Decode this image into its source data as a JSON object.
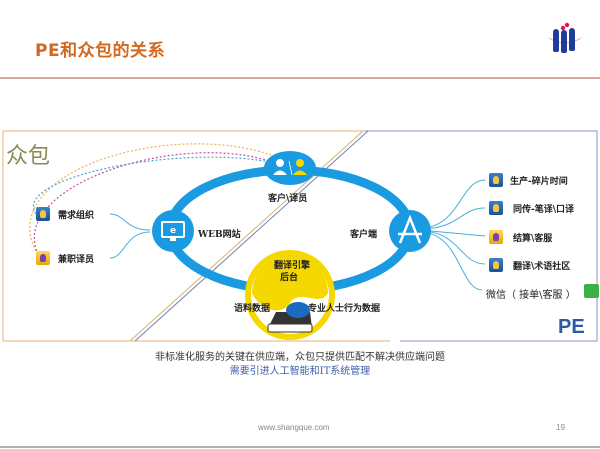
{
  "slide": {
    "title": "PE和众包的关系",
    "page_number": "19",
    "footer_url": "www.shangque.com"
  },
  "colors": {
    "title": "#d2691e",
    "accent_blue": "#1a9ae0",
    "engine_yellow": "#f5d800",
    "crowd_label": "#8a8a55",
    "pe_label": "#2c5a9a",
    "caption_blue": "#3e5fa8"
  },
  "diagram": {
    "crowd_title": "众包",
    "pe_title": "PE",
    "top_node": {
      "label": "客户\\译员",
      "icons": [
        "client-person-icon",
        "translator-person-icon"
      ]
    },
    "left_node": {
      "label": "WEB网站",
      "icon": "browser-monitor-icon"
    },
    "right_node": {
      "label": "客户端",
      "icon": "app-store-icon"
    },
    "bottom_node": {
      "title_line1": "翻译引擎",
      "title_line2": "后台",
      "left_data": "语料数据",
      "right_data": "专业人士行为数据",
      "icon": "cloud-storage-icon"
    },
    "left_branches": [
      {
        "label": "需求组织",
        "icon": "blue-badge-icon"
      },
      {
        "label": "兼职译员",
        "icon": "yellow-badge-icon"
      }
    ],
    "right_branches": [
      {
        "label": "生产-碎片时间",
        "icon": "blue-badge-icon"
      },
      {
        "label": "同传-笔译\\口译",
        "icon": "blue-badge-icon"
      },
      {
        "label": "结算\\客服",
        "icon": "yellow-badge-icon"
      },
      {
        "label": "翻译\\术语社区",
        "icon": "blue-badge-icon"
      },
      {
        "label": "微信（ 接单\\客服 ）",
        "icon": "wechat-icon"
      }
    ]
  },
  "captions": {
    "line1": "非标准化服务的关键在供应端，众包只提供匹配不解决供应端问题",
    "line2": "需要引进人工智能和IT系统管理"
  }
}
